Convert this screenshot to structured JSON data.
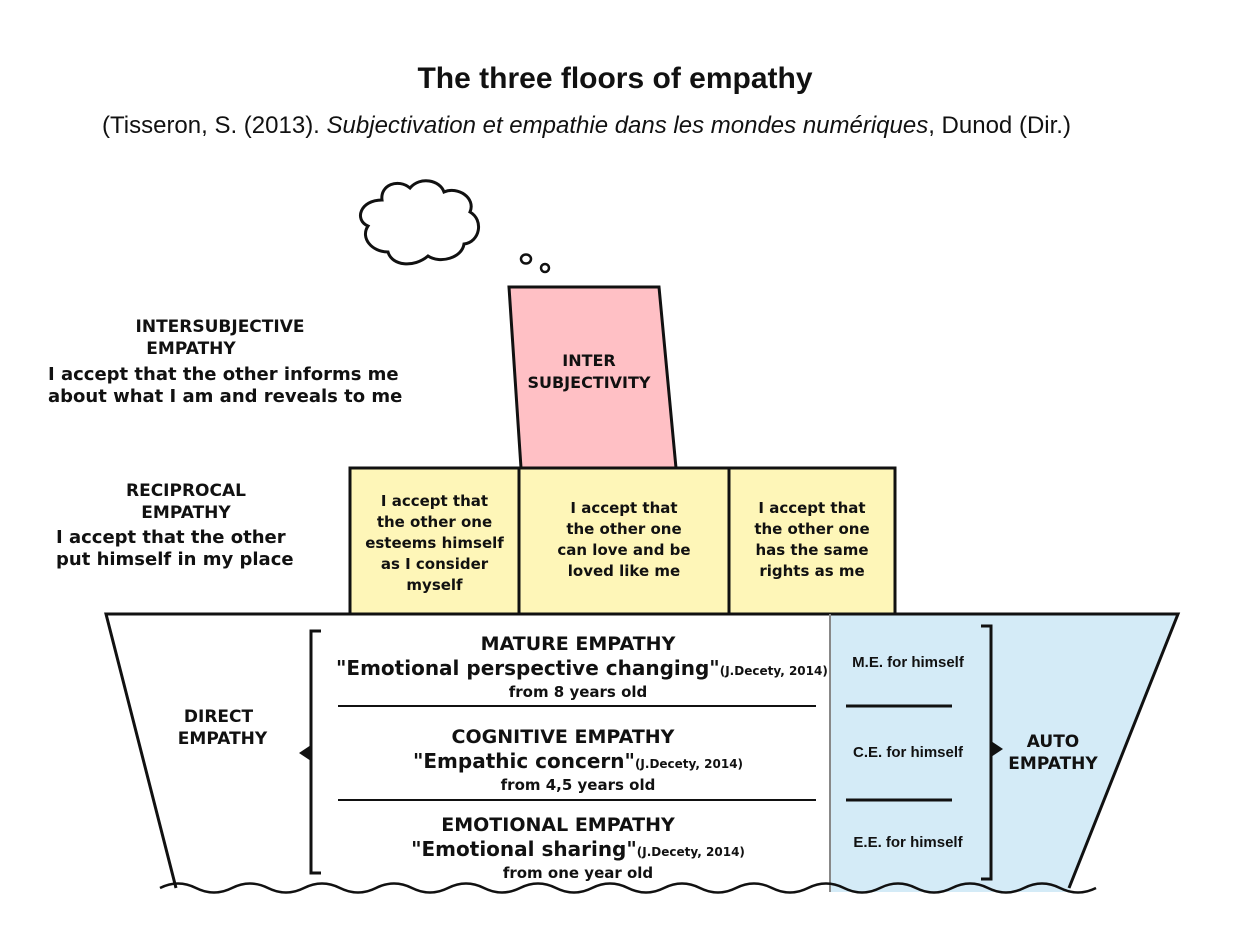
{
  "title": "The three floors of empathy",
  "citation": {
    "before": "(Tisseron, S. (2013). ",
    "italic": "Subjectivation et empathie dans les mondes numériques",
    "after": ", Dunod (Dir.)"
  },
  "chimney": {
    "line1": "INTER",
    "line2": "SUBJECTIVITY"
  },
  "intersubjective": {
    "label_line1": "INTERSUBJECTIVE",
    "label_line2": "EMPATHY",
    "desc_line1": "I accept that the other informs me",
    "desc_line2": "about what I am and reveals to me"
  },
  "reciprocal": {
    "label_line1": "RECIPROCAL",
    "label_line2": "EMPATHY",
    "desc_line1": "I accept that the other",
    "desc_line2": "put himself in my place"
  },
  "boxes": [
    {
      "lines": [
        "I accept that",
        "the other one",
        "esteems himself",
        "as I consider",
        "myself"
      ]
    },
    {
      "lines": [
        "I accept that",
        "the other one",
        "can love and be",
        "loved like me"
      ]
    },
    {
      "lines": [
        "I accept that",
        "the other one",
        "has the same",
        "rights as me"
      ]
    }
  ],
  "direct": {
    "line1": "DIRECT",
    "line2": "EMPATHY"
  },
  "auto": {
    "line1": "AUTO",
    "line2": "EMPATHY"
  },
  "floors": [
    {
      "title": "MATURE EMPATHY",
      "quote": "\"Emotional perspective changing\"",
      "ref": "(J.Decety, 2014)",
      "age": "from 8 years old"
    },
    {
      "title": "COGNITIVE EMPATHY",
      "quote": "\"Empathic concern\"",
      "ref": "(J.Decety, 2014)",
      "age": "from 4,5 years old"
    },
    {
      "title": "EMOTIONAL EMPATHY",
      "quote": "\"Emotional sharing\"",
      "ref": "(J.Decety, 2014)",
      "age": "from one year old"
    }
  ],
  "self": [
    "M.E. for himself",
    "C.E. for himself",
    "E.E. for himself"
  ],
  "colors": {
    "chimney": "#ffc0c5",
    "boxes": "#fef6b8",
    "auto_zone": "#d4ebf7",
    "outline": "#111111"
  }
}
